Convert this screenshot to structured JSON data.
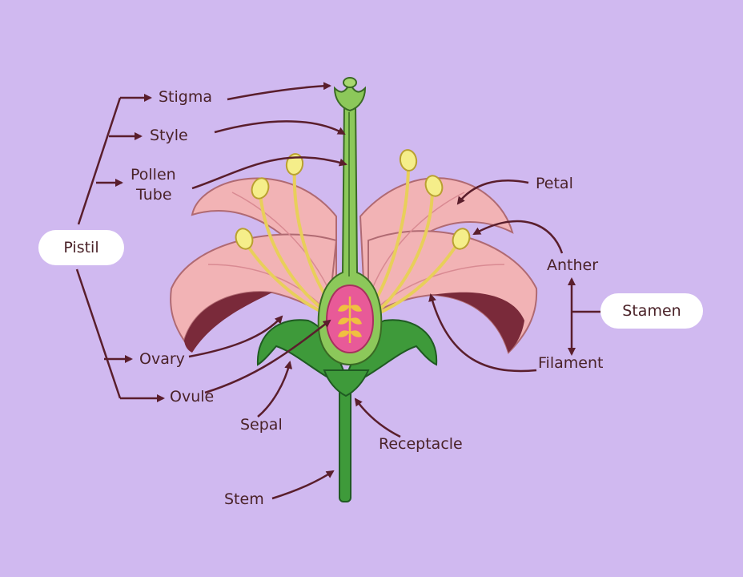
{
  "colors": {
    "background": "#d0b9f0",
    "label_text": "#4a2228",
    "arrow": "#5a1e2c",
    "petal": "#f2b3b5",
    "petal_inner": "#7a2a3a",
    "stem": "#3e9a3a",
    "pistil": "#8cc85a",
    "anther": "#f5ee8a",
    "ovary_core": "#e85a98"
  },
  "groups": {
    "pistil": "Pistil",
    "stamen": "Stamen"
  },
  "labels": {
    "stigma": "Stigma",
    "style": "Style",
    "pollen_tube_1": "Pollen",
    "pollen_tube_2": "Tube",
    "ovary": "Ovary",
    "ovule": "Ovule",
    "petal": "Petal",
    "anther": "Anther",
    "filament": "Filament",
    "sepal": "Sepal",
    "receptacle": "Receptacle",
    "stem": "Stem"
  }
}
